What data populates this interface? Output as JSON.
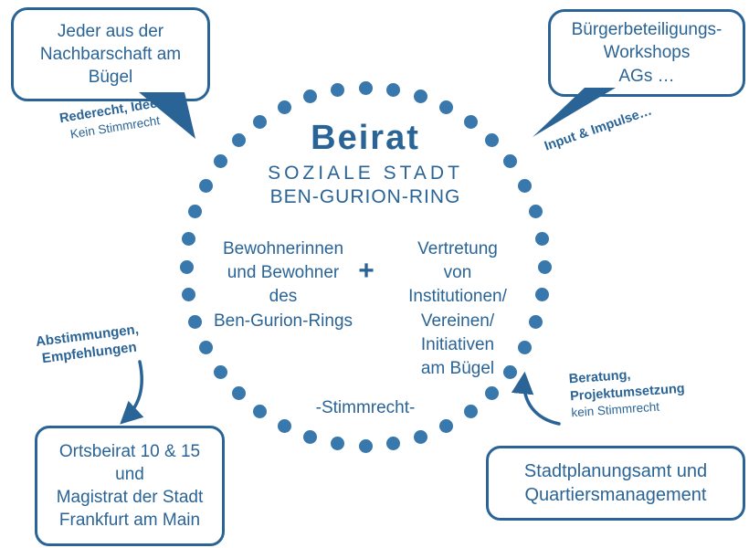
{
  "colors": {
    "accent": "#2a6496",
    "dot": "#3878ad"
  },
  "circle": {
    "title": "Beirat",
    "subtitle_line1": "SOZIALE STADT",
    "subtitle_line2": "BEN-GURION-RING",
    "left_member_lines": [
      "Bewohnerinnen",
      "und Bewohner",
      "des",
      "Ben-Gurion-Rings"
    ],
    "plus": "+",
    "right_member_lines": [
      "Vertretung",
      "von",
      "Institutionen/",
      "Vereinen/",
      "Initiativen",
      "am Bügel"
    ],
    "voting_note": "-Stimmrecht-"
  },
  "bubbles": {
    "top_left": {
      "lines": [
        "Jeder aus der",
        "Nachbarschaft am",
        "Bügel"
      ]
    },
    "top_right": {
      "lines": [
        "Bürgerbeteiligungs-",
        "Workshops",
        "AGs …"
      ]
    },
    "bottom_left": {
      "lines": [
        "Ortsbeirat 10 & 15",
        "und",
        "Magistrat der Stadt",
        "Frankfurt am Main"
      ]
    },
    "bottom_right": {
      "lines": [
        "Stadtplanungsamt und",
        "Quartiersmanagement"
      ]
    }
  },
  "annotations": {
    "top_left": {
      "bold": "Rederecht, Ideen",
      "normal": "Kein Stimmrecht"
    },
    "top_right": {
      "bold": "Input & Impulse…"
    },
    "left": {
      "bold_line1": "Abstimmungen,",
      "bold_line2": "Empfehlungen"
    },
    "right": {
      "bold_line1": "Beratung,",
      "bold_line2": "Projektumsetzung",
      "normal": "kein Stimmrecht"
    }
  }
}
